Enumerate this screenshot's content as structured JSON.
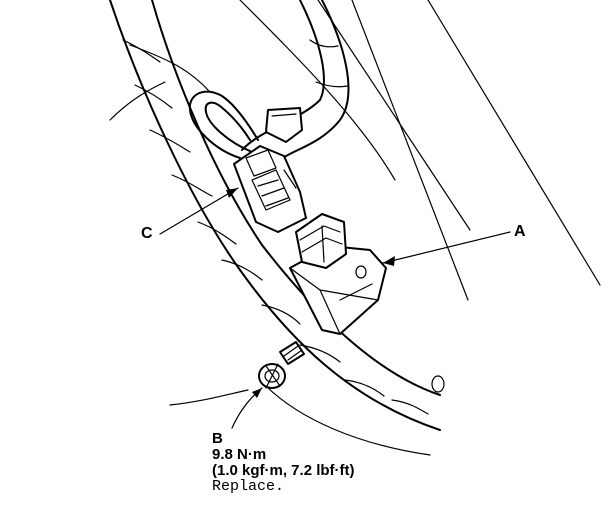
{
  "labels": {
    "a": "A",
    "b": "B",
    "c": "C"
  },
  "torque": {
    "nm": "9.8 N·m",
    "alt": "(1.0 kgf·m, 7.2 lbf·ft)",
    "note": "Replace."
  }
}
